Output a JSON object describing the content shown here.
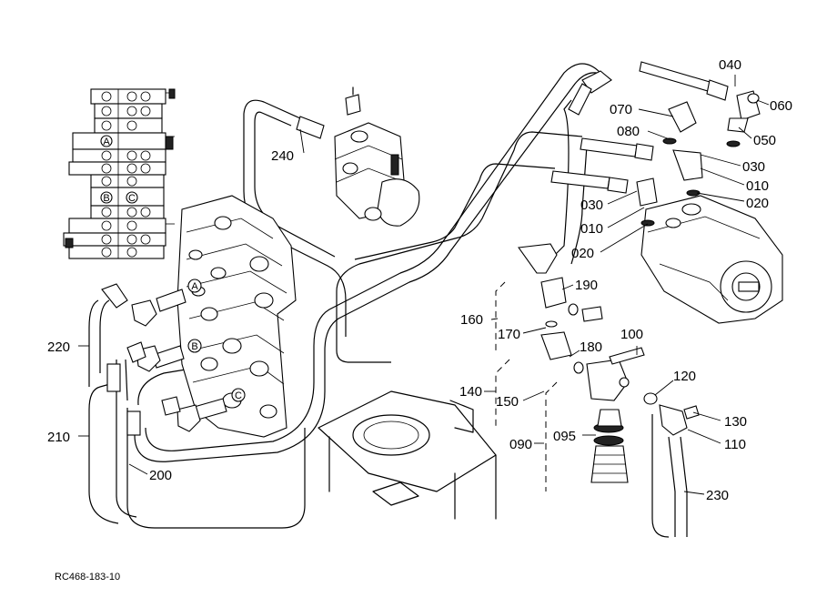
{
  "diagram": {
    "reference_code": "RC468-183-10",
    "circle_labels": [
      "A",
      "B",
      "C"
    ],
    "callouts": {
      "p040": "040",
      "p060": "060",
      "p070": "070",
      "p080": "080",
      "p050": "050",
      "p030a": "030",
      "p010a": "010",
      "p020a": "020",
      "p030b": "030",
      "p010b": "010",
      "p020b": "020",
      "p240": "240",
      "p190": "190",
      "p160": "160",
      "p170": "170",
      "p100": "100",
      "p180": "180",
      "p140": "140",
      "p150": "150",
      "p120": "120",
      "p130": "130",
      "p110": "110",
      "p095": "095",
      "p090": "090",
      "p230": "230",
      "p220": "220",
      "p210": "210",
      "p200": "200"
    }
  }
}
